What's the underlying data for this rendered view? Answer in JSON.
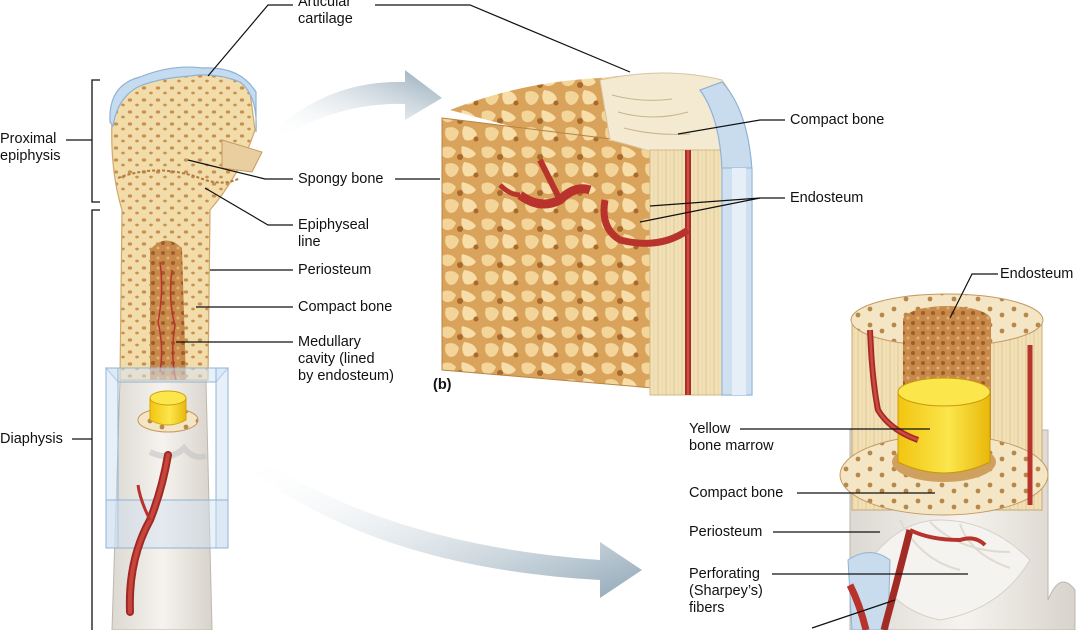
{
  "labels": {
    "articular_cartilage": "Articular\ncartilage",
    "proximal_epiphysis": "Proximal\nepiphysis",
    "spongy_bone": "Spongy bone",
    "epiphyseal_line": "Epiphyseal\nline",
    "periosteum_a": "Periosteum",
    "compact_bone_a": "Compact bone",
    "medullary_cavity": "Medullary\ncavity (lined\nby endosteum)",
    "diaphysis": "Diaphysis",
    "compact_bone_b": "Compact bone",
    "endosteum_b": "Endosteum",
    "panel_b": "(b)",
    "endosteum_c": "Endosteum",
    "yellow_bone_marrow": "Yellow\nbone marrow",
    "compact_bone_c": "Compact bone",
    "periosteum_c": "Periosteum",
    "perforating_fibers": "Perforating\n(Sharpey’s)\nfibers"
  },
  "colors": {
    "bone": "#f0dcae",
    "spongy": "#e2b66d",
    "cartilage": "#c9dcee",
    "vessel": "#b8332c",
    "marrow": "#f4d21a",
    "arrow": "#a9b9c6",
    "periosteum": "#eef0f3"
  }
}
